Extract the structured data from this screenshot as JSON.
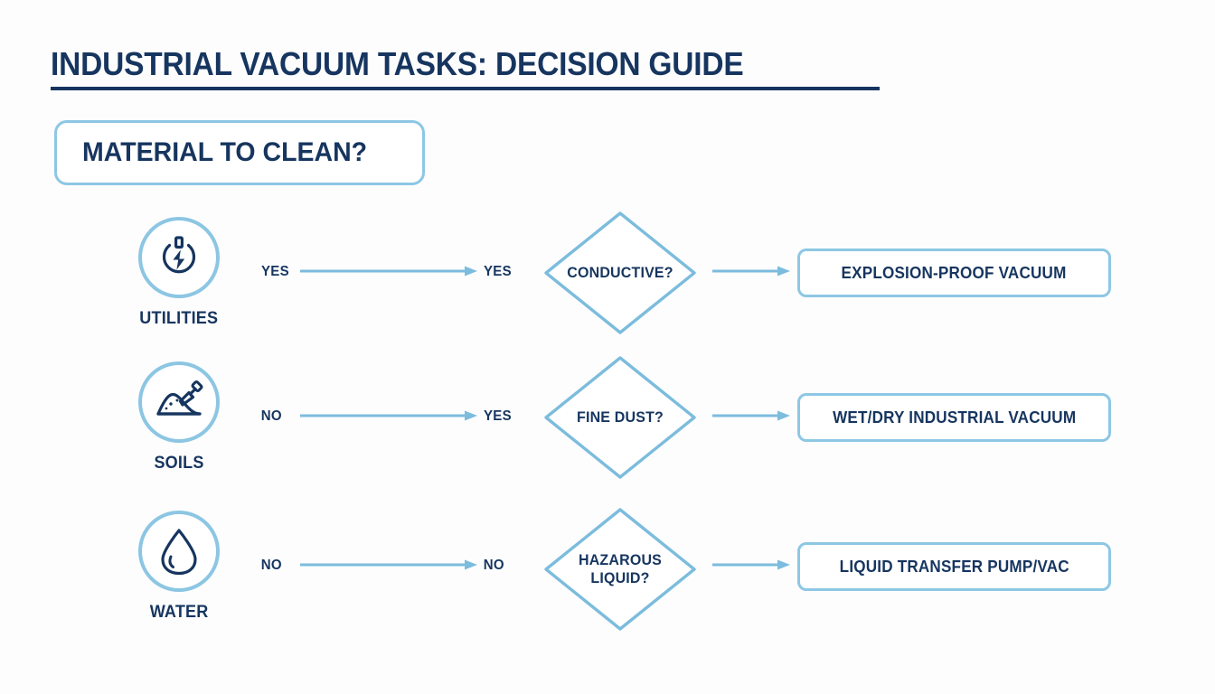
{
  "title": "INDUSTRIAL VACUUM TASKS: DECISION GUIDE",
  "root_question": "MATERIAL TO CLEAN?",
  "colors": {
    "navy": "#16355f",
    "light_blue": "#8cc6e3",
    "arrow_blue": "#7cbcdd",
    "background": "#fdfdfe"
  },
  "rows": [
    {
      "material_label": "UTILITIES",
      "icon": "power-bolt-icon",
      "branch_left": "YES",
      "branch_right": "YES",
      "decision_line1": "CONDUCTIVE?",
      "decision_line2": "",
      "result": "EXPLOSION-PROOF VACUUM"
    },
    {
      "material_label": "SOILS",
      "icon": "soil-shovel-icon",
      "branch_left": "NO",
      "branch_right": "YES",
      "decision_line1": "FINE DUST?",
      "decision_line2": "",
      "result": "WET/DRY INDUSTRIAL VACUUM"
    },
    {
      "material_label": "WATER",
      "icon": "water-droplet-icon",
      "branch_left": "NO",
      "branch_right": "NO",
      "decision_line1": "HAZAROUS",
      "decision_line2": "LIQUID?",
      "result": "LIQUID TRANSFER PUMP/VAC"
    }
  ]
}
